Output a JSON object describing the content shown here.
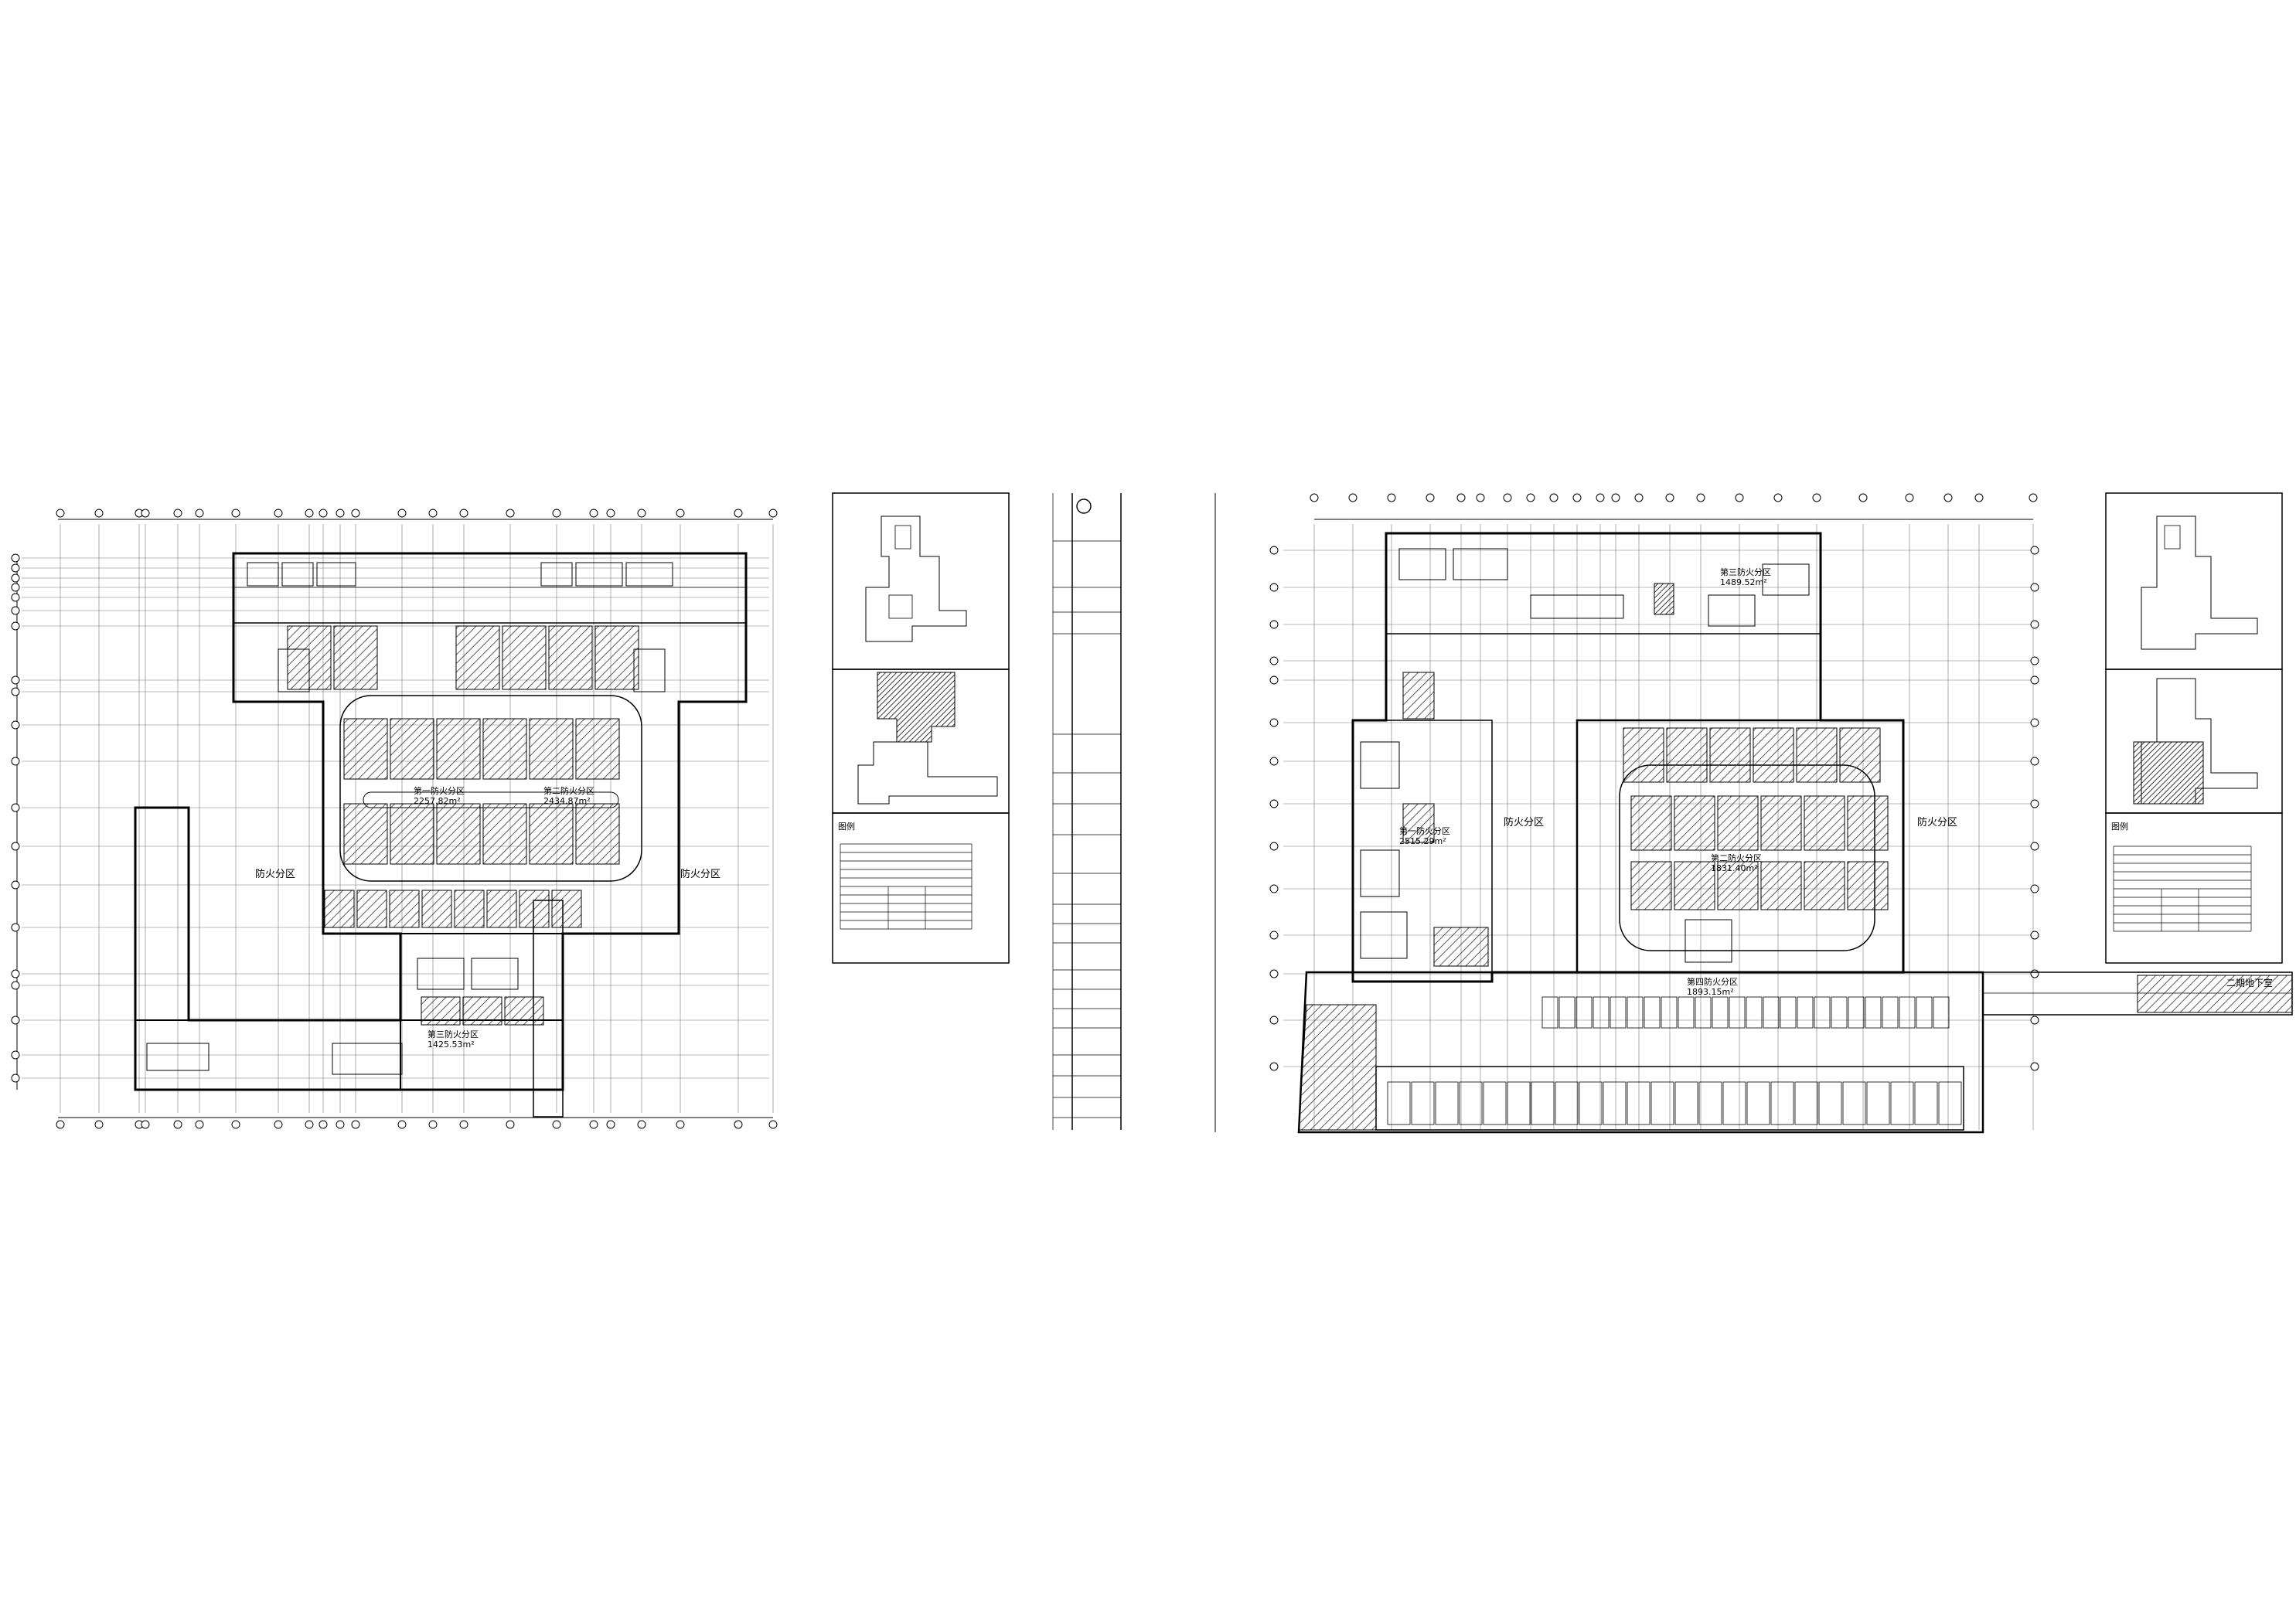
{
  "plans": [
    {
      "zone_labels": [
        "防火分区",
        "防火分区"
      ],
      "area_labels": [
        {
          "name": "第一防火分区",
          "value": "2257.82m²"
        },
        {
          "name": "第二防火分区",
          "value": "2434.87m²"
        },
        {
          "name": "第三防火分区",
          "value": "1425.53m²"
        }
      ]
    },
    {
      "zone_labels": [
        "防火分区",
        "防火分区"
      ],
      "area_labels": [
        {
          "name": "第三防火分区",
          "value": "1489.52m²"
        },
        {
          "name": "第一防火分区",
          "value": "2515.29m²"
        },
        {
          "name": "第二防火分区",
          "value": "1831.40m²"
        },
        {
          "name": "第四防火分区",
          "value": "1893.15m²"
        }
      ],
      "right_tag": "二期地下室"
    }
  ],
  "legend_heading": "图例",
  "colors": {
    "line": "#000000",
    "hatch": "#444444",
    "paper": "#ffffff"
  }
}
